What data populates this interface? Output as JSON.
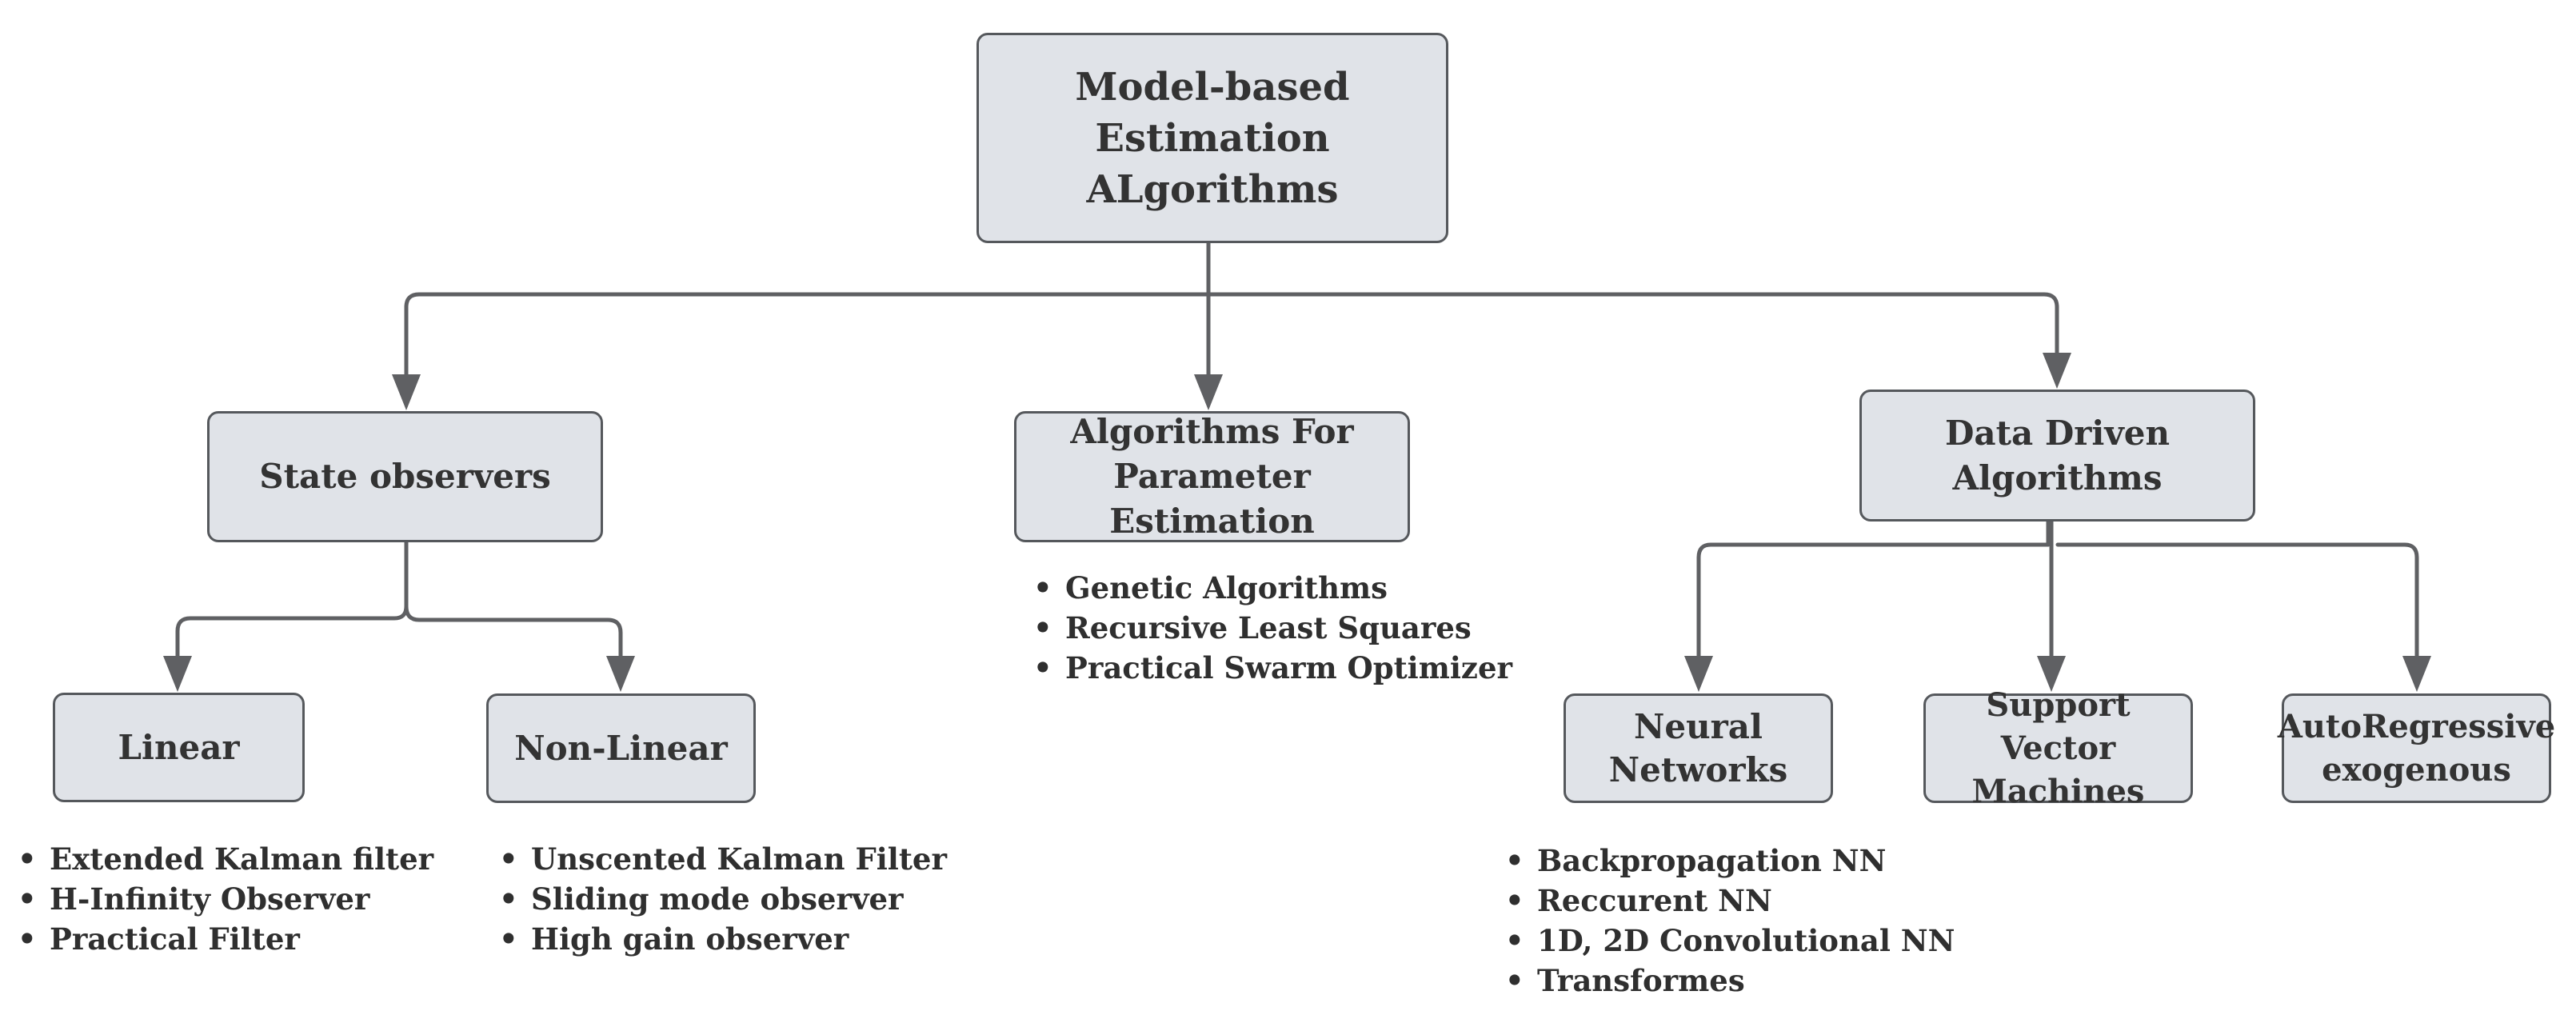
{
  "diagram": {
    "root": {
      "label": "Model-based\nEstimation ALgorithms"
    },
    "state_observers": {
      "label": "State observers"
    },
    "parameter_estimation": {
      "label": "Algorithms For\nParameter Estimation",
      "items": [
        "Genetic Algorithms",
        "Recursive Least Squares",
        "Practical Swarm Optimizer"
      ]
    },
    "data_driven": {
      "label": "Data Driven\nAlgorithms"
    },
    "linear": {
      "label": "Linear",
      "items": [
        "Extended Kalman filter",
        "H-Infinity Observer",
        "Practical Filter"
      ]
    },
    "non_linear": {
      "label": "Non-Linear",
      "items": [
        "Unscented Kalman Filter",
        "Sliding mode observer",
        "High gain observer"
      ]
    },
    "neural_networks": {
      "label": "Neural\nNetworks",
      "items": [
        "Backpropagation NN",
        "Reccurent NN",
        "1D, 2D  Convolutional NN",
        "Transformes"
      ]
    },
    "svm": {
      "label": "Support Vector\nMachines"
    },
    "arx": {
      "label": "AutoRegressive\nexogenous"
    },
    "colors": {
      "node_fill": "#e0e3e8",
      "node_border": "#55585c",
      "connector": "#5f6063",
      "text": "#333333"
    }
  }
}
